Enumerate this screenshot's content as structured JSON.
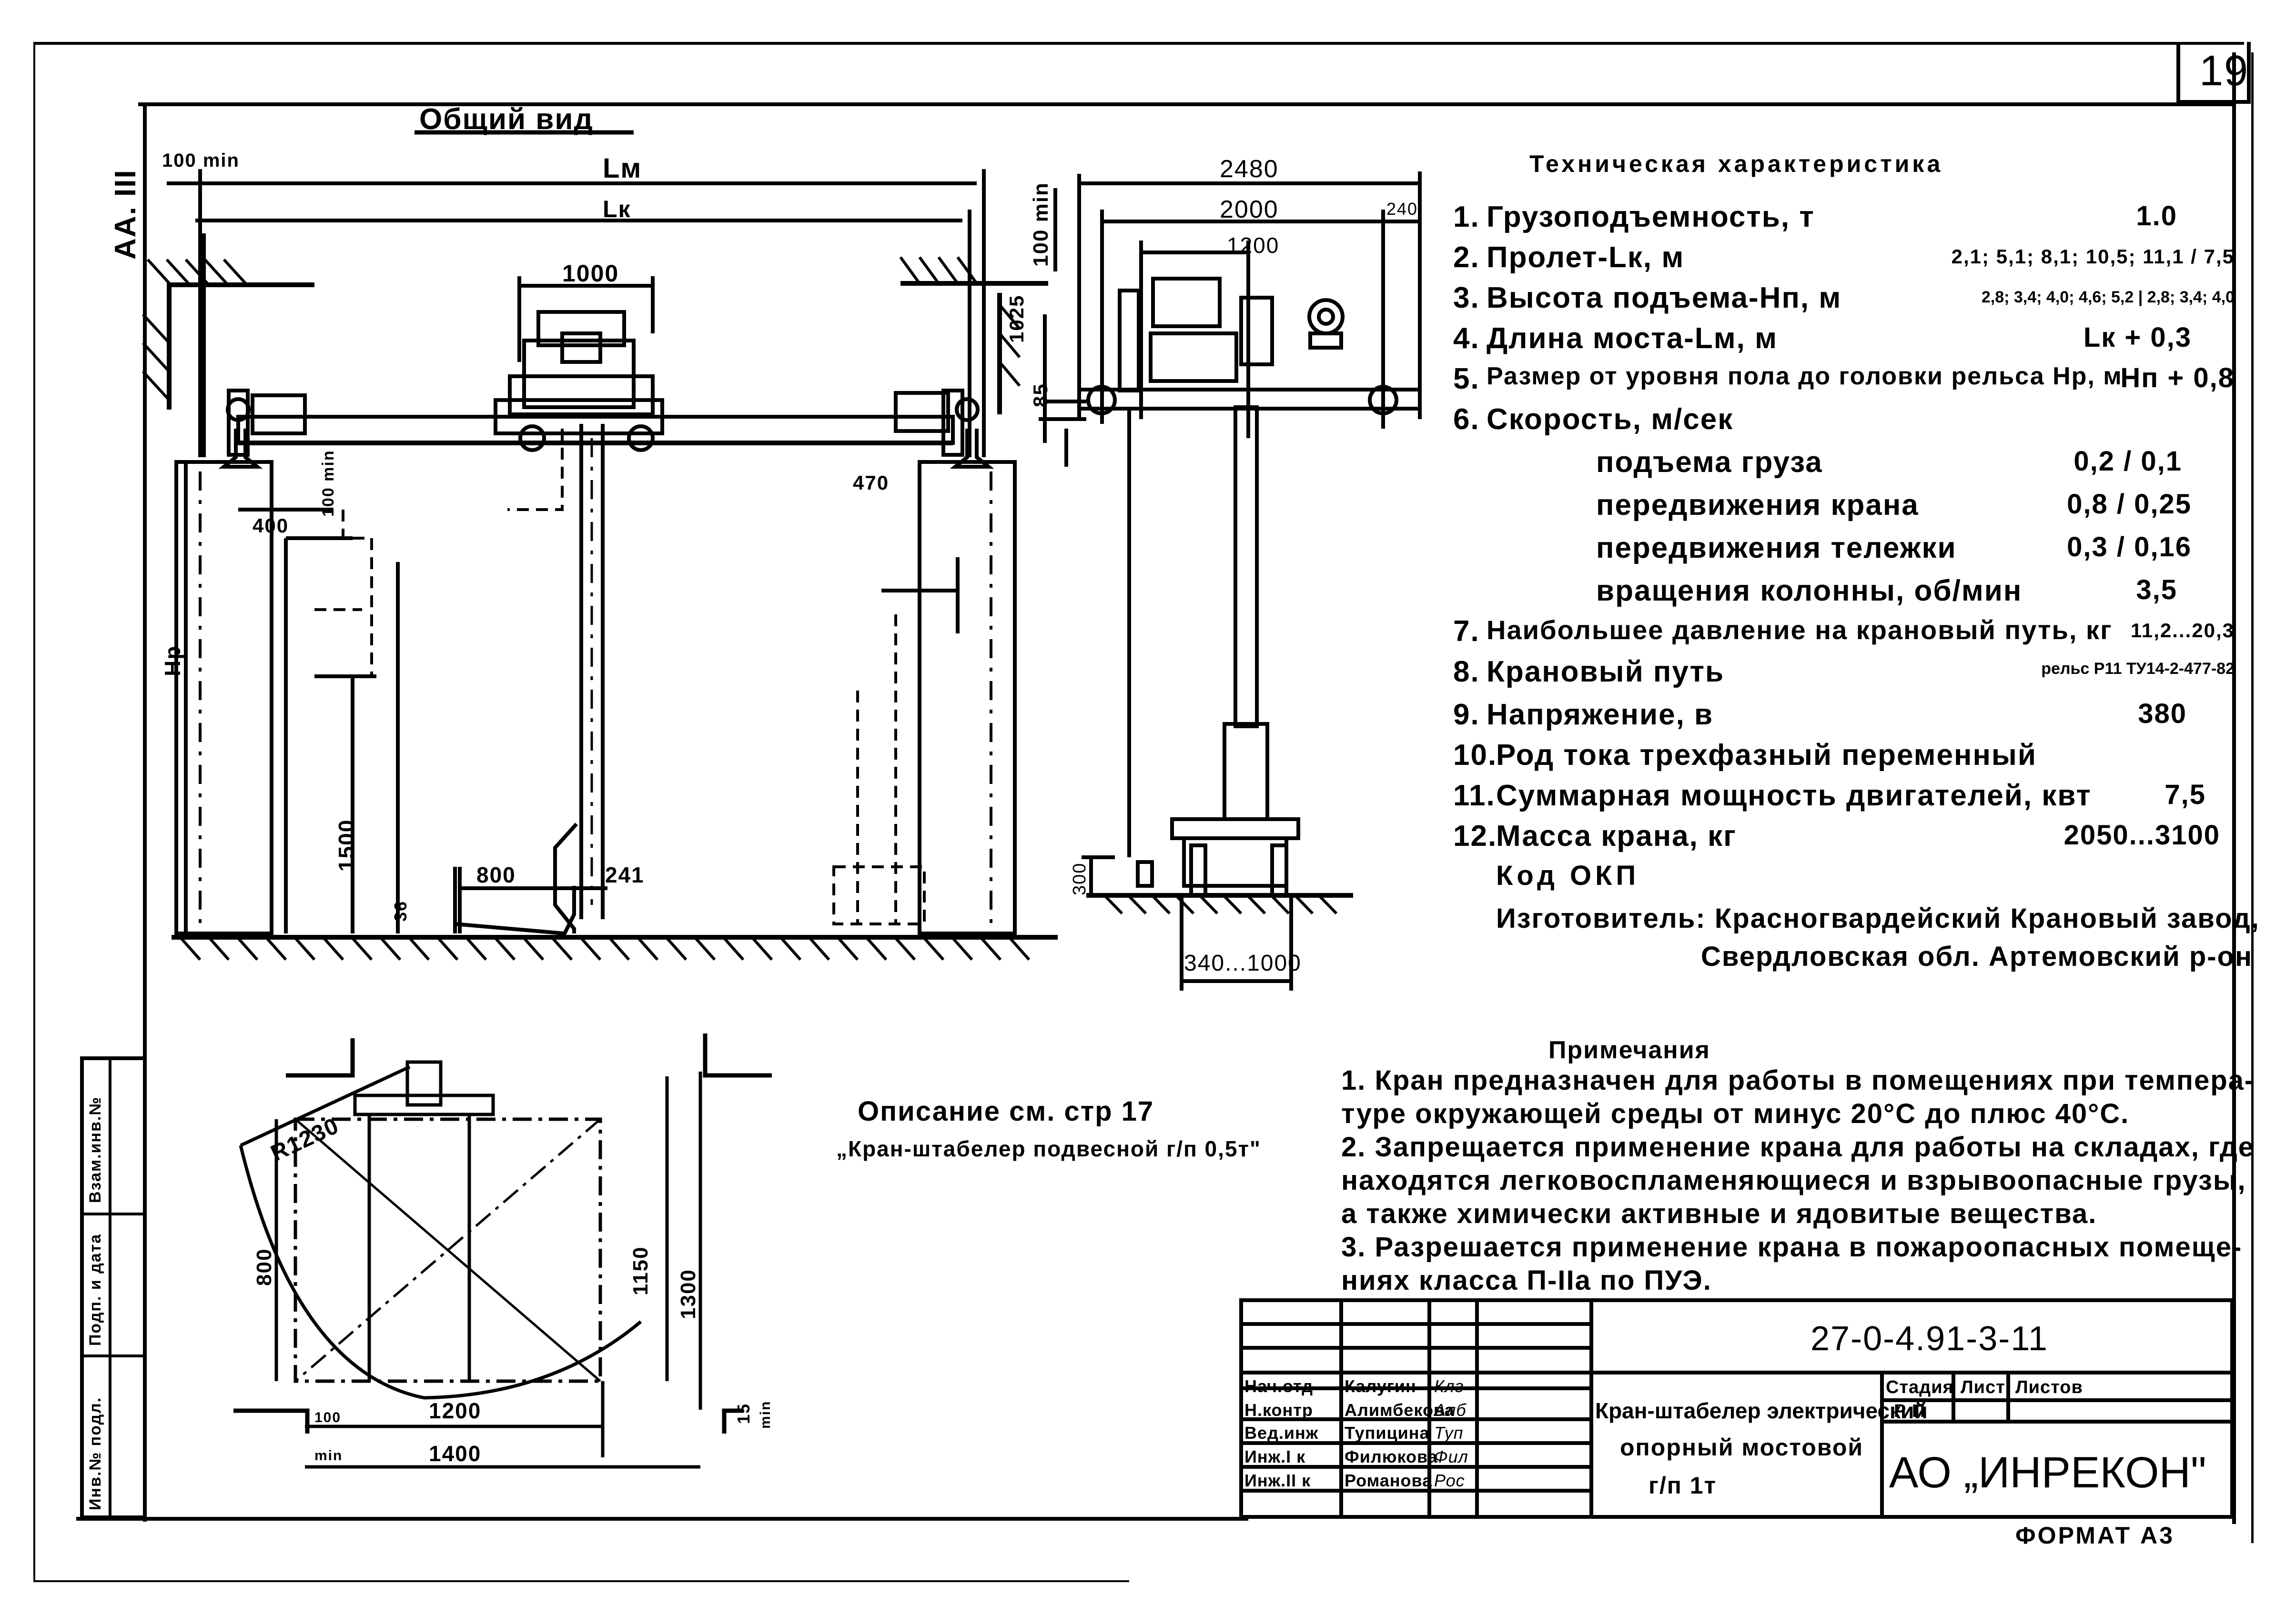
{
  "sheet": {
    "page_number": "19",
    "archive_mark": "АА. III",
    "format_label": "ФОРМАТ А3"
  },
  "front_view": {
    "title": "Общий вид",
    "dims": {
      "lm": "Lм",
      "lk": "Lк",
      "trolley_width": "1000",
      "left_clearance": "100 min",
      "right_clearance": "100 min",
      "height_1025": "1025",
      "rail_85": "85",
      "beam_100": "100 min",
      "offset_400": "400",
      "offset_470": "470",
      "fork_1500": "1500",
      "hp": "Hp",
      "floor_36": "36",
      "fork_800": "800",
      "mast_241": "241"
    }
  },
  "side_view": {
    "dims": {
      "overall": "2480",
      "span": "2000",
      "trolley": "1200",
      "overhang": "240",
      "fork_height": "300",
      "fork_spread": "340...1000"
    }
  },
  "plan_view": {
    "dims": {
      "radius": "R1230",
      "depth_800": "800",
      "depth_1150": "1150",
      "depth_1300": "1300",
      "gap_15": "15",
      "gap_15_min": "min",
      "width_1200": "1200",
      "width_1400": "1400",
      "side_100": "100",
      "side_100_min": "min"
    }
  },
  "description": {
    "line1": "Описание см. стр 17",
    "line2": "„Кран-штабелер подвесной г/п 0,5т\""
  },
  "specs": {
    "title": "Техническая характеристика",
    "rows": [
      {
        "num": "1.",
        "label": "Грузоподъемность, т",
        "value": "1.0"
      },
      {
        "num": "2.",
        "label": "Пролет-Lк, м",
        "value": "2,1; 5,1; 8,1; 10,5; 11,1 / 7,5"
      },
      {
        "num": "3.",
        "label": "Высота подъема-Hп, м",
        "value": "2,8; 3,4; 4,0; 4,6; 5,2 | 2,8; 3,4; 4,0"
      },
      {
        "num": "4.",
        "label": "Длина моста-Lм, м",
        "value": "Lк + 0,3"
      },
      {
        "num": "5.",
        "label": "Размер от уровня пола до головки рельса Hр, м",
        "value": "Hп + 0,8"
      },
      {
        "num": "6.",
        "label": "Скорость,      м/сек",
        "value": ""
      },
      {
        "num": "",
        "label": "подъема груза",
        "value": "0,2 / 0,1",
        "indent": true
      },
      {
        "num": "",
        "label": "передвижения крана",
        "value": "0,8 / 0,25",
        "indent": true
      },
      {
        "num": "",
        "label": "передвижения тележки",
        "value": "0,3 / 0,16",
        "indent": true
      },
      {
        "num": "",
        "label": "вращения колонны, об/мин",
        "value": "3,5",
        "indent": true
      },
      {
        "num": "7.",
        "label": "Наибольшее давление на крановый путь, кг",
        "value": "11,2...20,3"
      },
      {
        "num": "8.",
        "label": "Крановый путь",
        "value": "рельс Р11 ТУ14-2-477-82"
      },
      {
        "num": "9.",
        "label": "Напряжение, в",
        "value": "380"
      },
      {
        "num": "10.",
        "label": "Род тока            трехфазный переменный",
        "value": ""
      },
      {
        "num": "11.",
        "label": "Суммарная мощность двигателей, квт",
        "value": "7,5"
      },
      {
        "num": "12.",
        "label": "Масса крана, кг",
        "value": "2050...3100"
      }
    ],
    "okp_label": "Код ОКП",
    "manufacturer_line1": "Изготовитель: Красногвардейский Крановый завод,",
    "manufacturer_line2": "Свердловская обл. Артемовский р-он"
  },
  "notes": {
    "title": "Примечания",
    "lines": [
      "1. Кран предназначен для работы в помещениях при темпера-",
      "    туре окружающей среды от минус 20°С до плюс 40°С.",
      "2. Запрещается применение крана для работы на складах, где",
      "    находятся легковоспламеняющиеся и взрывоопасные грузы,",
      "    а также химически активные и ядовитые вещества.",
      "3. Разрешается применение крана в пожароопасных помеще-",
      "    ниях класса П-IIа по ПУЭ."
    ]
  },
  "title_block": {
    "doc_code": "27-0-4.91-3-11",
    "product_title_line1": "Кран-штабелер электрический",
    "product_title_line2": "опорный мостовой",
    "product_title_line3": "г/п 1т",
    "stage_header": "Стадия",
    "sheet_header": "Лист",
    "sheets_header": "Листов",
    "stage_value": "Р П",
    "company": "АО „ИНРЕКОН\"",
    "signatures": [
      {
        "role": "Нач.отд",
        "name": "Калугин",
        "sign": "Клг"
      },
      {
        "role": "Н.контр",
        "name": "Алимбекова",
        "sign": "Алб"
      },
      {
        "role": "Вед.инж",
        "name": "Тупицина",
        "sign": "Туп"
      },
      {
        "role": "Инж.I к",
        "name": "Филюкова",
        "sign": "Фил"
      },
      {
        "role": "Инж.II к",
        "name": "Романова",
        "sign": "Рос"
      }
    ]
  },
  "side_stamp": {
    "cell1": "Взам.инв.№",
    "cell2": "Подп. и дата",
    "cell3": "Инв.№ подл."
  }
}
